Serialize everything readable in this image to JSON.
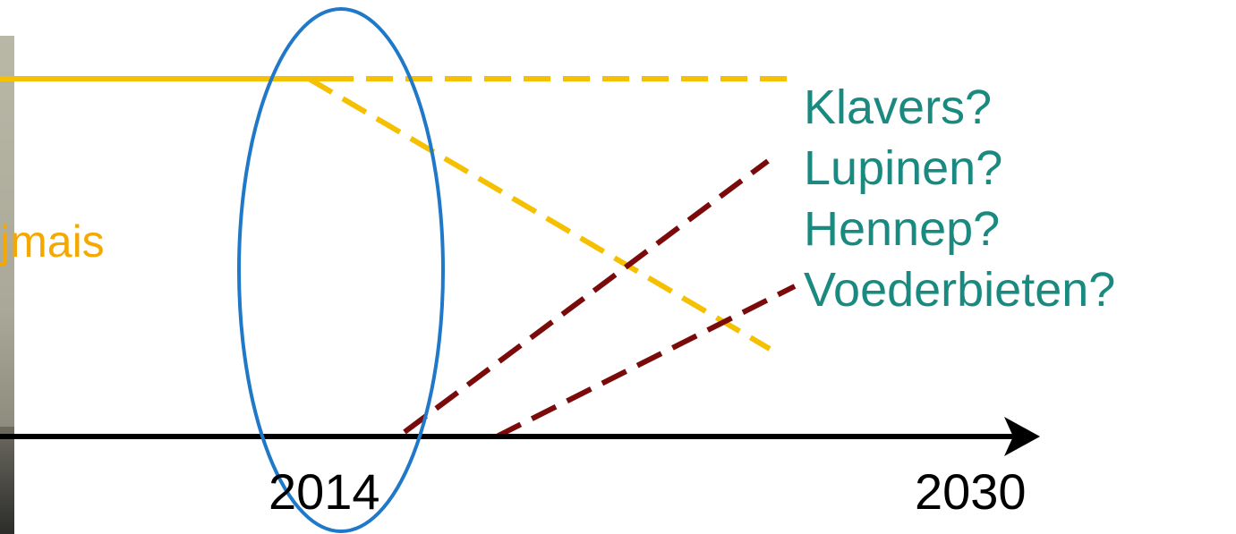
{
  "crop_label": "jmais",
  "years": {
    "start": "2014",
    "end": "2030"
  },
  "options": [
    "Klavers?",
    "Lupinen?",
    "Hennep?",
    "Voederbieten?"
  ],
  "colors": {
    "maize": "#f5c000",
    "maize_text": "#f5a800",
    "alternatives": "#7b0a0a",
    "ellipse": "#1f78c8",
    "axis": "#000000",
    "option_text": "#1a8a80"
  }
}
